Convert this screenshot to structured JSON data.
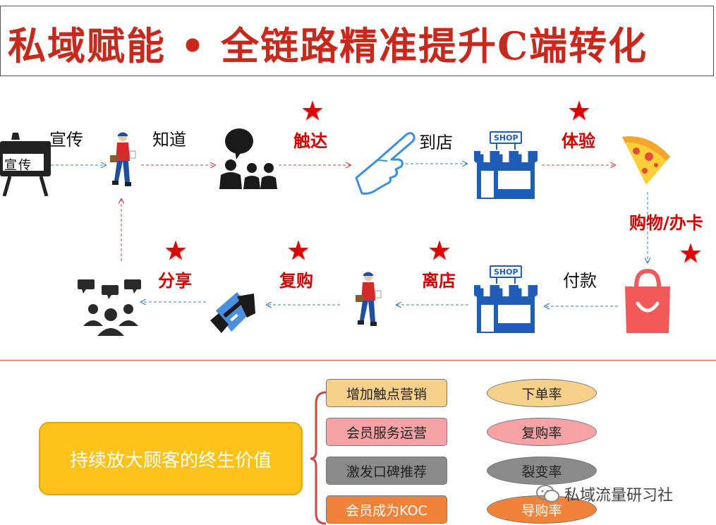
{
  "title": "私域赋能 • 全链路精准提升C端转化",
  "flow": {
    "publicity": {
      "label": "宣传",
      "sign_text": "宣传"
    },
    "know": {
      "label": "知道"
    },
    "reach": {
      "label": "触达"
    },
    "arrive": {
      "label": "到店"
    },
    "experience": {
      "label": "体验"
    },
    "purchase": {
      "label": "购物/办卡"
    },
    "pay": {
      "label": "付款"
    },
    "leave": {
      "label": "离店"
    },
    "repurchase": {
      "label": "复购"
    },
    "share": {
      "label": "分享"
    },
    "shop_sign": "SHOP"
  },
  "bottom": {
    "main_box": "持续放大顾客的终生价值",
    "actions": [
      "增加触点营销",
      "会员服务运营",
      "激发口碑推荐",
      "会员成为KOC"
    ],
    "metrics": [
      "下单率",
      "复购率",
      "裂变率",
      "导购率"
    ]
  },
  "watermark": "私域流量研习社",
  "colors": {
    "title": "#c9281d",
    "star": "#e00000",
    "icon_blue": "#1f5db8",
    "highlight_yellow": "#ffc21a",
    "action_colors": [
      "#f7d08a",
      "#f7a3a5",
      "#8a8a8a",
      "#f0823a"
    ],
    "metric_colors": [
      "#f7d08a",
      "#f7a3a5",
      "#8a8a8a",
      "#f0823a"
    ]
  }
}
